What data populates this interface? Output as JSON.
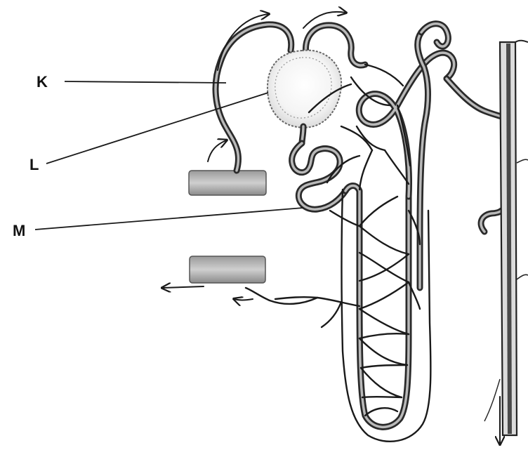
{
  "labels": {
    "k": "K",
    "l": "L",
    "m": "M"
  }
}
